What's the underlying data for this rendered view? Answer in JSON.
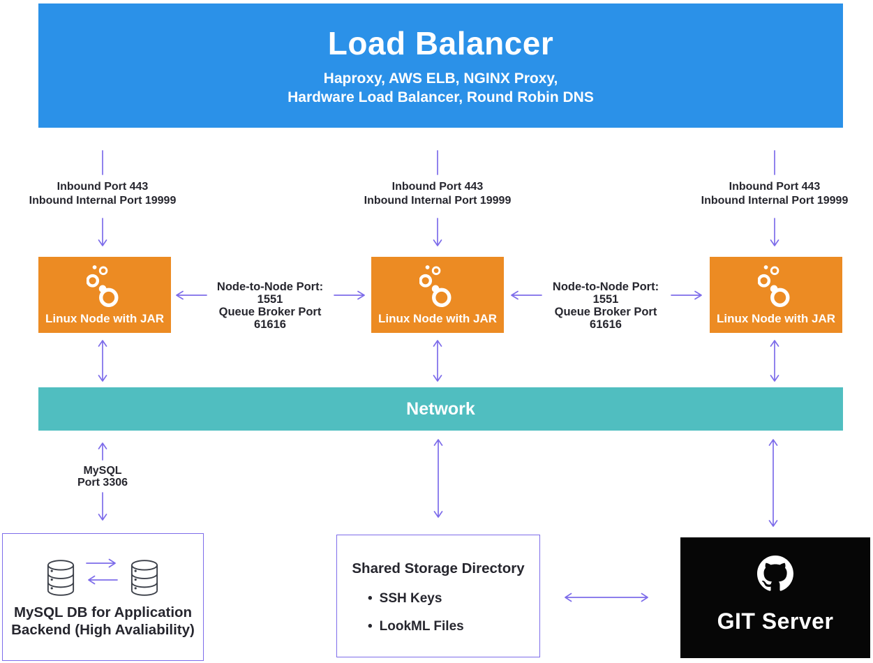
{
  "colors": {
    "blue": "#2b91e8",
    "orange": "#ec8b23",
    "teal": "#50bec0",
    "purple": "#7d6cea",
    "text_dark": "#26262e",
    "git_black": "#060606",
    "box_bg_white": "#ffffff"
  },
  "load_balancer": {
    "title": "Load Balancer",
    "subtitle_line1": "Haproxy, AWS ELB, NGINX Proxy,",
    "subtitle_line2": "Hardware Load Balancer, Round Robin DNS"
  },
  "inbound": {
    "line1": "Inbound Port 443",
    "line2": "Inbound Internal Port 19999"
  },
  "node": {
    "label": "Linux Node with JAR"
  },
  "node_link": {
    "line1": "Node-to-Node Port: 1551",
    "line2": "Queue Broker Port 61616"
  },
  "network": {
    "label": "Network"
  },
  "mysql_link": {
    "line1": "MySQL",
    "line2": "Port 3306"
  },
  "mysql_db": {
    "line1": "MySQL DB for Application",
    "line2": "Backend (High Avaliability)"
  },
  "shared_storage": {
    "title": "Shared Storage Directory",
    "bullet": "•",
    "items": [
      "SSH Keys",
      "LookML Files"
    ]
  },
  "git_server": {
    "label": "GIT Server"
  }
}
